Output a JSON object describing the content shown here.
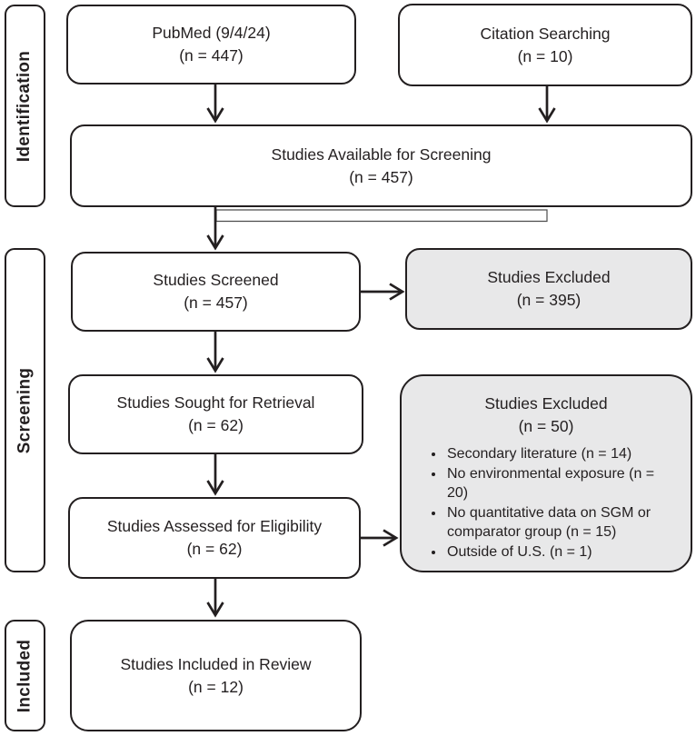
{
  "figure": {
    "type": "prisma-flow-diagram",
    "colors": {
      "ink": "#231f20",
      "box_fill": "#ffffff",
      "excluded_fill": "#e8e8e9"
    },
    "rails": {
      "identification": "Identification",
      "screening": "Screening",
      "included": "Included"
    },
    "boxes": {
      "pubmed": {
        "line1": "PubMed (9/4/24)",
        "line2": "(n = 447)"
      },
      "citation": {
        "line1": "Citation Searching",
        "line2": "(n = 10)"
      },
      "available": {
        "line1": "Studies Available for Screening",
        "line2": "(n = 457)"
      },
      "screened": {
        "line1": "Studies Screened",
        "line2": "(n = 457)"
      },
      "excluded_screening": {
        "line1": "Studies Excluded",
        "line2": "(n = 395)"
      },
      "sought": {
        "line1": "Studies Sought for Retrieval",
        "line2": "(n = 62)"
      },
      "excluded_eligibility": {
        "line1": "Studies Excluded",
        "line2": "(n = 50)",
        "bullets": [
          "Secondary literature (n = 14)",
          "No environmental exposure (n = 20)",
          "No quantitative data on SGM or comparator group (n = 15)",
          "Outside of U.S. (n = 1)"
        ]
      },
      "assessed": {
        "line1": "Studies Assessed for Eligibility",
        "line2": "(n = 62)"
      },
      "included": {
        "line1": "Studies Included in Review",
        "line2": "(n = 12)"
      }
    }
  }
}
